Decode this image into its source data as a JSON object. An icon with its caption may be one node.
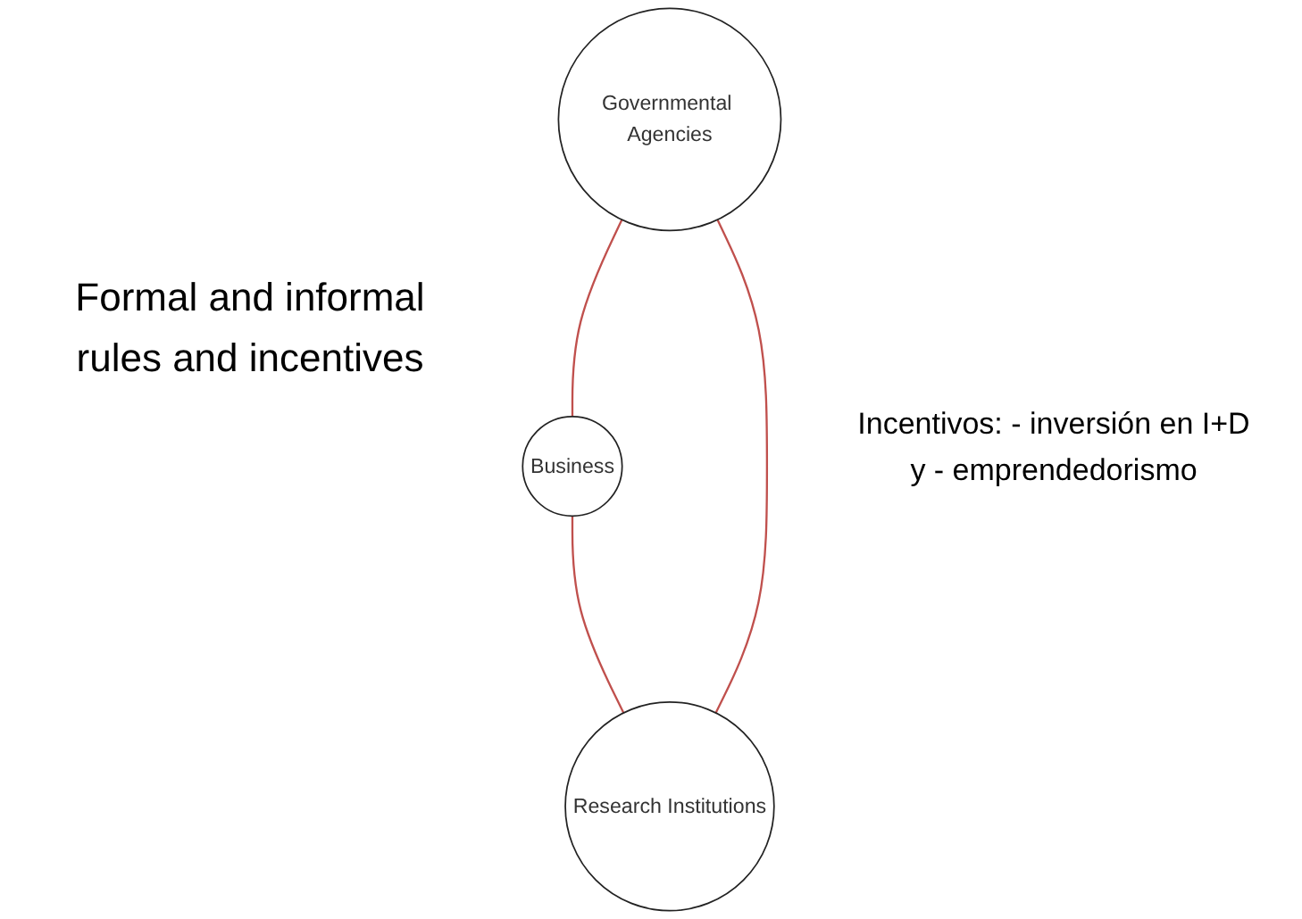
{
  "diagram": {
    "nodes": [
      {
        "text": [
          "Governmental Agencies"
        ]
      },
      {
        "text": [
          "Business"
        ]
      },
      {
        "text": [
          "Research Institutions"
        ]
      }
    ],
    "edges": [
      {
        "from": 0,
        "to": 1,
        "arrow": "none"
      },
      {
        "from": 1,
        "to": 2,
        "arrow": "none"
      },
      {
        "from": 0,
        "to": 2,
        "arrow": "none"
      }
    ],
    "labels": [
      "Formal and informal rules and incentives",
      "Incentivos: - inversión en I+D y - emprendedorismo"
    ]
  }
}
